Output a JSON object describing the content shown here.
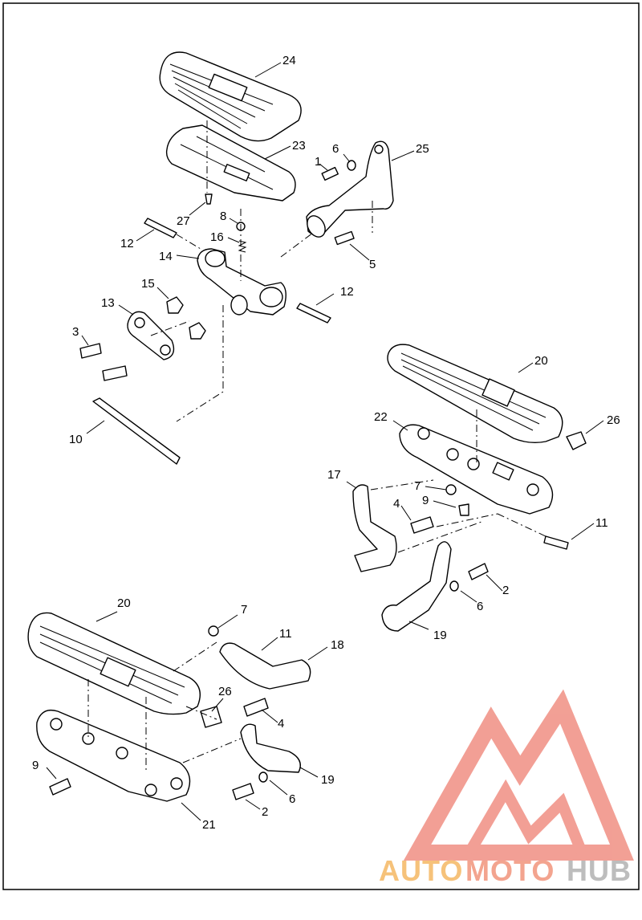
{
  "diagram": {
    "callouts": [
      {
        "id": "c24a",
        "text": "24"
      },
      {
        "id": "c23a",
        "text": "23"
      },
      {
        "id": "c25a",
        "text": "25"
      },
      {
        "id": "c1a",
        "text": "1"
      },
      {
        "id": "c6a",
        "text": "6"
      },
      {
        "id": "c27a",
        "text": "27"
      },
      {
        "id": "c8a",
        "text": "8"
      },
      {
        "id": "c16a",
        "text": "16"
      },
      {
        "id": "c12a",
        "text": "12"
      },
      {
        "id": "c14a",
        "text": "14"
      },
      {
        "id": "c5a",
        "text": "5"
      },
      {
        "id": "c15a",
        "text": "15"
      },
      {
        "id": "c13a",
        "text": "13"
      },
      {
        "id": "c12b",
        "text": "12"
      },
      {
        "id": "c3a",
        "text": "3"
      },
      {
        "id": "c10a",
        "text": "10"
      },
      {
        "id": "c20a",
        "text": "20"
      },
      {
        "id": "c22a",
        "text": "22"
      },
      {
        "id": "c26a",
        "text": "26"
      },
      {
        "id": "c17a",
        "text": "17"
      },
      {
        "id": "c7a",
        "text": "7"
      },
      {
        "id": "c9a",
        "text": "9"
      },
      {
        "id": "c4a",
        "text": "4"
      },
      {
        "id": "c11a",
        "text": "11"
      },
      {
        "id": "c2a",
        "text": "2"
      },
      {
        "id": "c6b",
        "text": "6"
      },
      {
        "id": "c19a",
        "text": "19"
      },
      {
        "id": "c20b",
        "text": "20"
      },
      {
        "id": "c7b",
        "text": "7"
      },
      {
        "id": "c11b",
        "text": "11"
      },
      {
        "id": "c18a",
        "text": "18"
      },
      {
        "id": "c26b",
        "text": "26"
      },
      {
        "id": "c4b",
        "text": "4"
      },
      {
        "id": "c9b",
        "text": "9"
      },
      {
        "id": "c19b",
        "text": "19"
      },
      {
        "id": "c6c",
        "text": "6"
      },
      {
        "id": "c2b",
        "text": "2"
      },
      {
        "id": "c21a",
        "text": "21"
      }
    ]
  },
  "watermark": {
    "word1": "AUTO",
    "word2": "MOTO",
    "word3": "HUB",
    "color_light": "#f6c27a",
    "color_mid": "#f3a48f",
    "color_dark": "#bdbdbd",
    "triangle_color": "#f08f83"
  }
}
